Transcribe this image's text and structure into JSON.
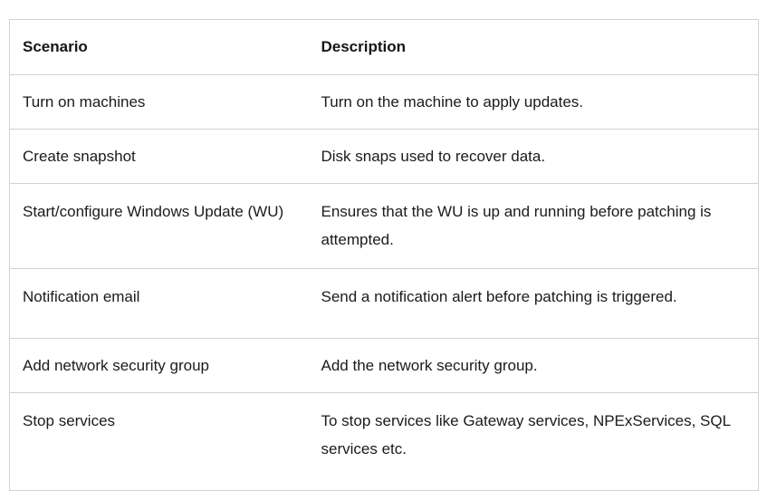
{
  "table": {
    "name": "patching-scenarios-table",
    "columns": [
      {
        "key": "scenario",
        "header": "Scenario"
      },
      {
        "key": "description",
        "header": "Description"
      }
    ],
    "rows": [
      {
        "scenario": "Turn on machines",
        "description": "Turn on the machine to apply updates."
      },
      {
        "scenario": "Create snapshot",
        "description": "Disk snaps used to recover data."
      },
      {
        "scenario": "Start/configure Windows Update (WU)",
        "description": "Ensures that the WU is up and running before patching is attempted."
      },
      {
        "scenario": "Notification email",
        "description": "Send a notification alert before patching is triggered."
      },
      {
        "scenario": "Add network security group",
        "description": "Add the network security group."
      },
      {
        "scenario": "Stop services",
        "description": "To stop services like Gateway services, NPExServices, SQL services etc."
      }
    ]
  },
  "colors": {
    "border": "#d2d2d2",
    "text": "#1b1b1b",
    "header_text": "#161616",
    "background": "#ffffff"
  }
}
